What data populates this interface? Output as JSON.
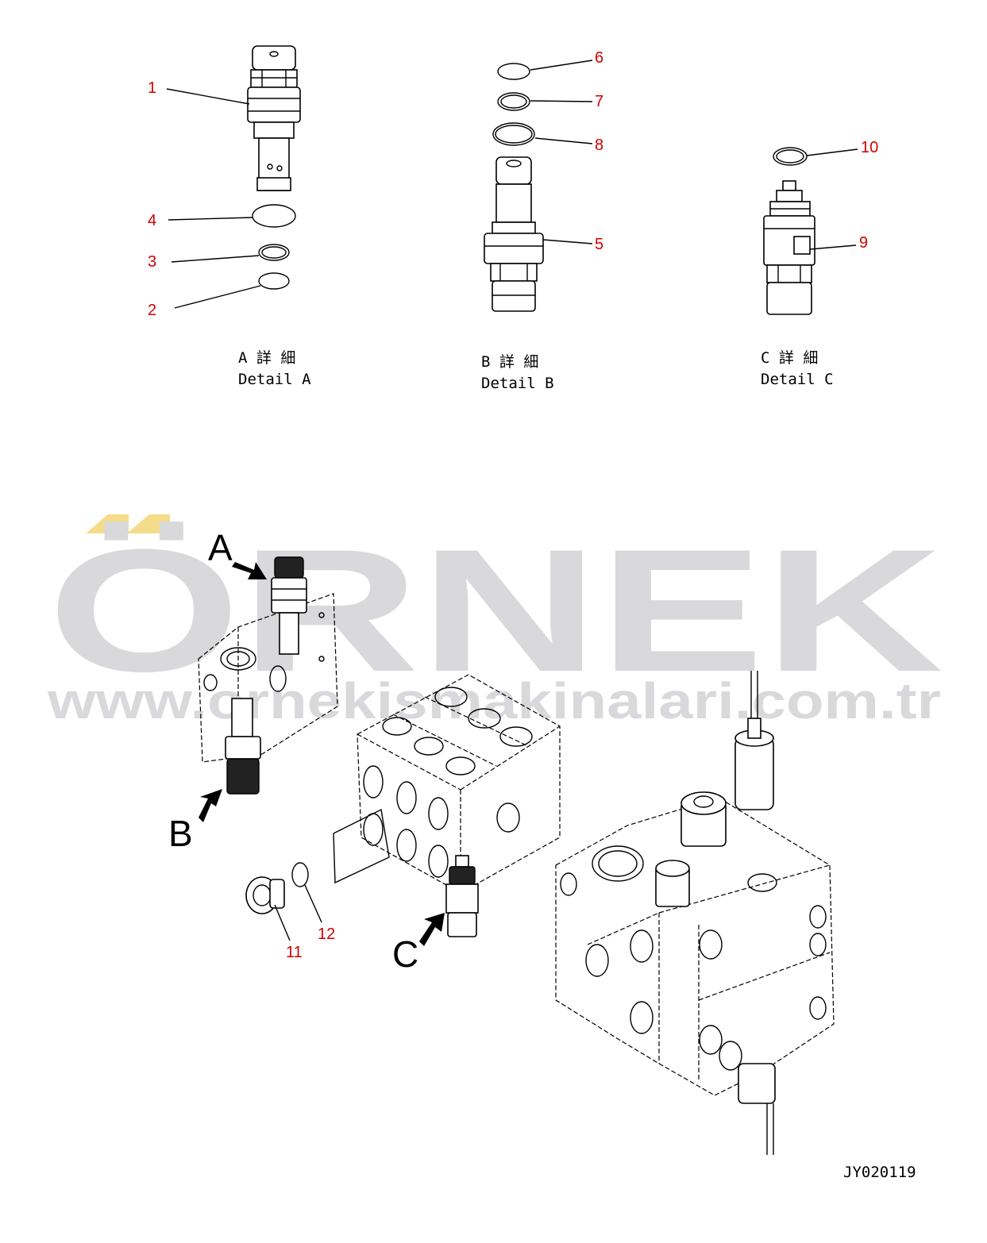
{
  "watermark": {
    "brand": "ÖRNEK",
    "url": "www.ornekismakinalari.com.tr",
    "color": "#d9d9dc",
    "accent": "#f4dc8a"
  },
  "callouts": {
    "c1": "1",
    "c2": "2",
    "c3": "3",
    "c4": "4",
    "c5": "5",
    "c6": "6",
    "c7": "7",
    "c8": "8",
    "c9": "9",
    "c10": "10",
    "c11": "11",
    "c12": "12"
  },
  "details": {
    "a_jp": "A 詳 細",
    "a_en": "Detail A",
    "b_jp": "B 詳 細",
    "b_en": "Detail B",
    "c_jp": "C 詳 細",
    "c_en": "Detail C"
  },
  "views": {
    "a": "A",
    "b": "B",
    "c": "C"
  },
  "drawing_code": "JY020119",
  "colors": {
    "callout": "#d10000",
    "line": "#000000"
  }
}
